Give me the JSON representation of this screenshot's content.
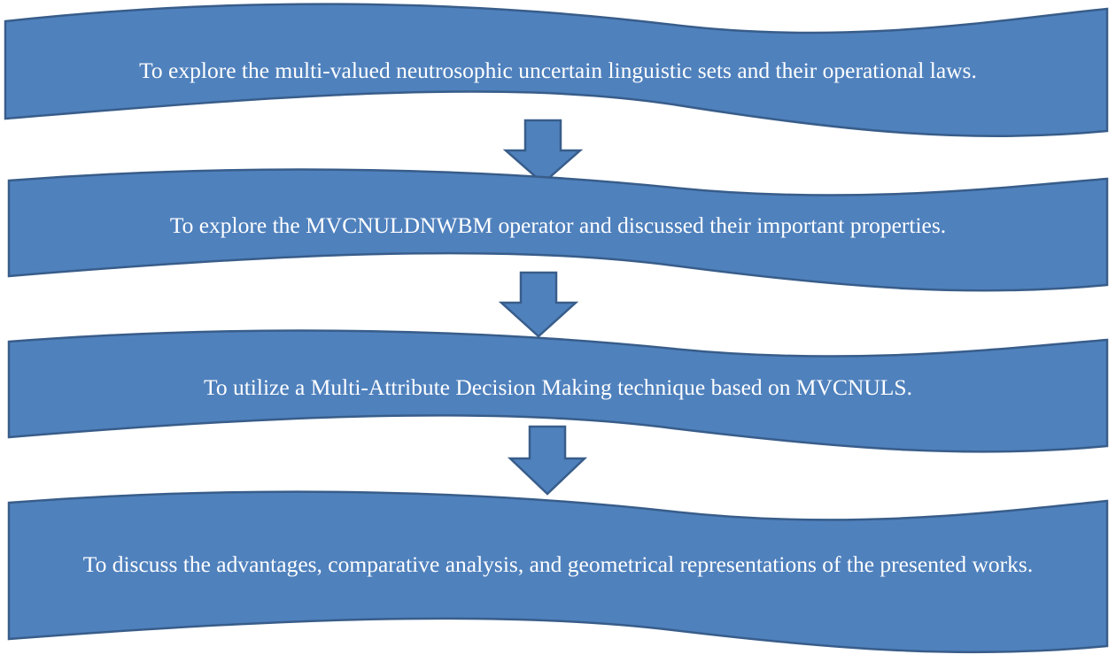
{
  "diagram": {
    "steps": [
      {
        "text": "To explore the multi-valued neutrosophic uncertain linguistic sets and their operational laws."
      },
      {
        "text": "To explore the MVCNULDNWBM operator and discussed their important properties."
      },
      {
        "text": "To utilize a Multi-Attribute Decision Making technique based on MVCNULS."
      },
      {
        "text": "To discuss the advantages, comparative analysis, and geometrical representations of the presented works."
      }
    ],
    "colors": {
      "fill": "#4f81bd",
      "stroke": "#385d8a",
      "text": "#ffffff",
      "background": "#ffffff"
    }
  }
}
